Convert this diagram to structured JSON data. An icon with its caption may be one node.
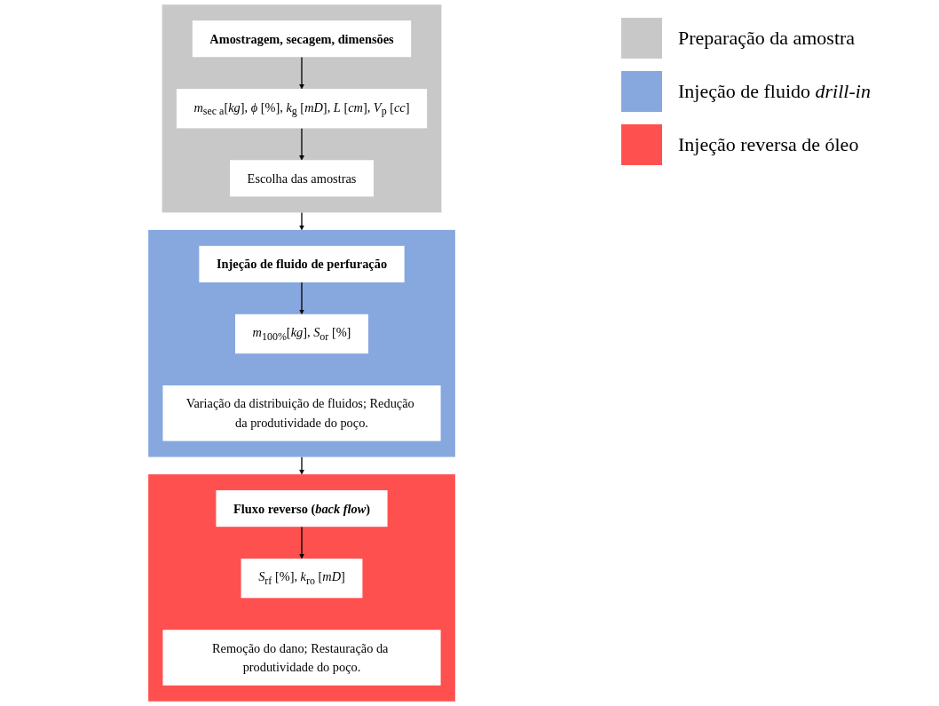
{
  "diagram": {
    "nodes": [
      {
        "text": [],
        "shape": "box"
      },
      {
        "text": [
          "Amostragem, secagem, dimensões"
        ],
        "in": 0
      },
      {
        "text": [
          "*m*$_{sec a}$[*kg*], *ϕ* [%], *k*$_{g}$ [*mD*], *L* [*cm*], *V*$_{p}$ [*cc*]"
        ],
        "in": 0
      },
      {
        "text": [
          "Escolha das amostras"
        ],
        "in": 0
      },
      {
        "text": [],
        "shape": "box"
      },
      {
        "text": [
          "Injeção de fluido de perfuração"
        ],
        "in": 4
      },
      {
        "text": [
          "*m*$_{100%}$[*kg*], *S*$_{or}$ [%]"
        ],
        "in": 4
      },
      {
        "text": [
          "Variação da distribuição de fluidos; Redução da produtividade do poço."
        ],
        "in": 4
      },
      {
        "text": [],
        "shape": "box"
      },
      {
        "text": [
          "Fluxo reverso (*back flow*)"
        ],
        "in": 8
      },
      {
        "text": [
          "*S*$_{rf}$ [%], *k*$_{ro}$ [*mD*]"
        ],
        "in": 8
      },
      {
        "text": [
          "Remoção do dano; Restauração da produtividade do poço."
        ],
        "in": 8
      }
    ],
    "edges": [
      {
        "from": 1,
        "to": 2,
        "arrow": "to"
      },
      {
        "from": 2,
        "to": 3,
        "arrow": "to"
      },
      {
        "from": 0,
        "to": 4,
        "arrow": "to"
      },
      {
        "from": 5,
        "to": 6,
        "arrow": "to"
      },
      {
        "from": 4,
        "to": 8,
        "arrow": "to"
      },
      {
        "from": 9,
        "to": 10,
        "arrow": "to"
      }
    ],
    "legend": [
      {
        "text": "Preparação da amostra",
        "color": "#c8c8c8"
      },
      {
        "text": "Injeção de fluido *drill-in*",
        "color": "#86a8df"
      },
      {
        "text": "Injeção reversa de óleo",
        "color": "#ff5050"
      }
    ]
  }
}
